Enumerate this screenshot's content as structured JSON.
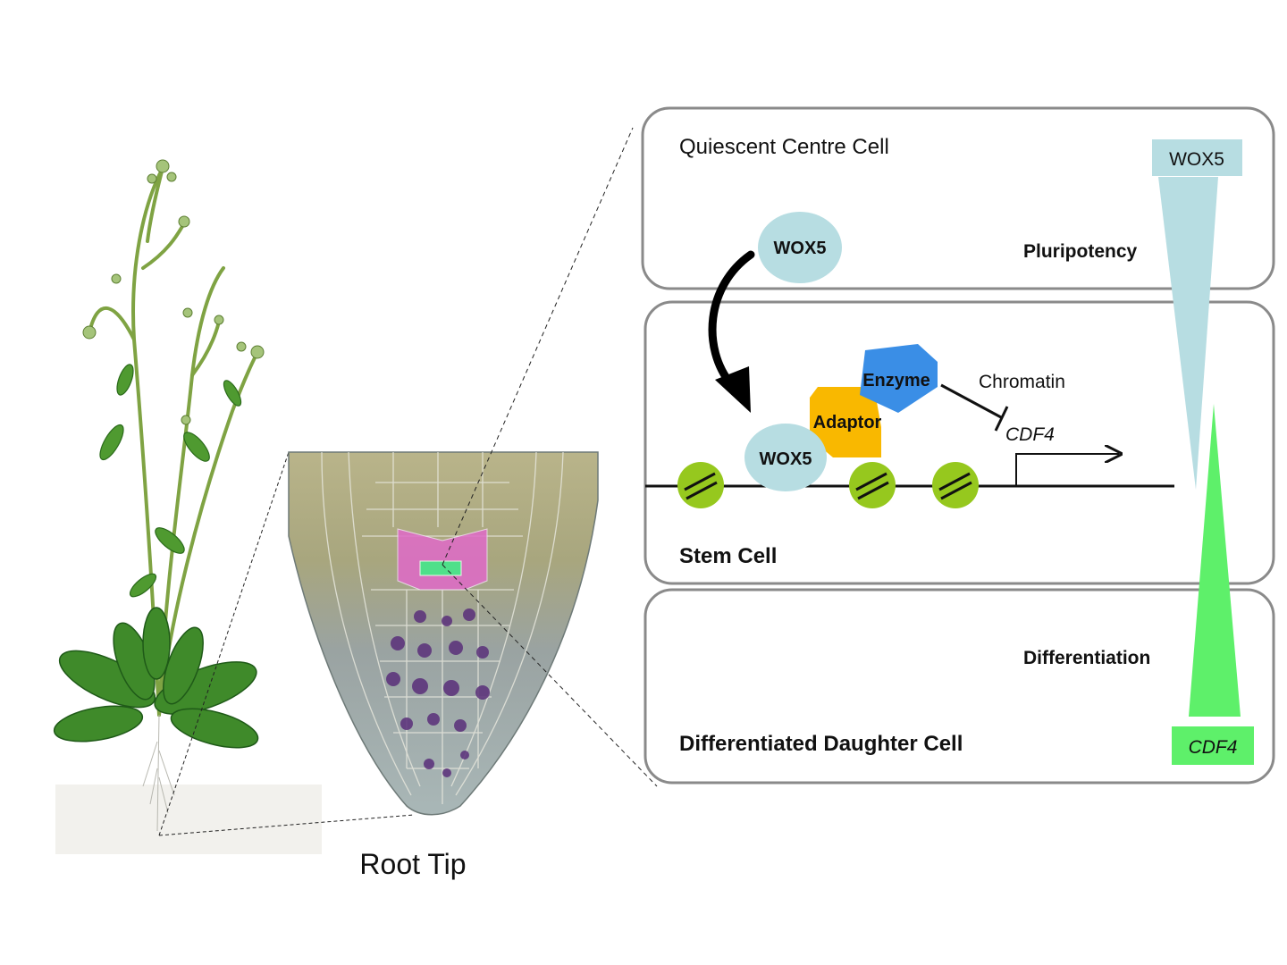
{
  "colors": {
    "wox5_light": "#b7dde2",
    "cdf4_green": "#5ef06a",
    "nucleosome": "#96c81e",
    "adaptor": "#f9b800",
    "enzyme": "#3a8ee6",
    "panel_border": "#8a8a8a",
    "qc_magenta": "#e06ac8",
    "qc_green": "#4fe08a"
  },
  "left": {
    "root_tip_label": "Root Tip"
  },
  "panels": {
    "qc_title": "Quiescent Centre Cell",
    "stem_title": "Stem Cell",
    "diff_title": "Differentiated Daughter Cell"
  },
  "labels": {
    "wox5_top": "WOX5",
    "wox5_bound": "WOX5",
    "adaptor": "Adaptor",
    "enzyme": "Enzyme",
    "chromatin": "Chromatin",
    "cdf4_gene": "CDF4",
    "pluripotency": "Pluripotency",
    "differentiation": "Differentiation"
  },
  "gradient": {
    "wox5_box": "WOX5",
    "cdf4_box": "CDF4"
  },
  "icons": {
    "plant": "arabidopsis-plant-illustration",
    "root": "root-tip-micrograph",
    "nucleosome": "nucleosome-icon",
    "arrow": "curved-arrow-icon",
    "inhibition": "inhibition-bar-icon",
    "promoter": "transcription-start-arrow-icon"
  }
}
